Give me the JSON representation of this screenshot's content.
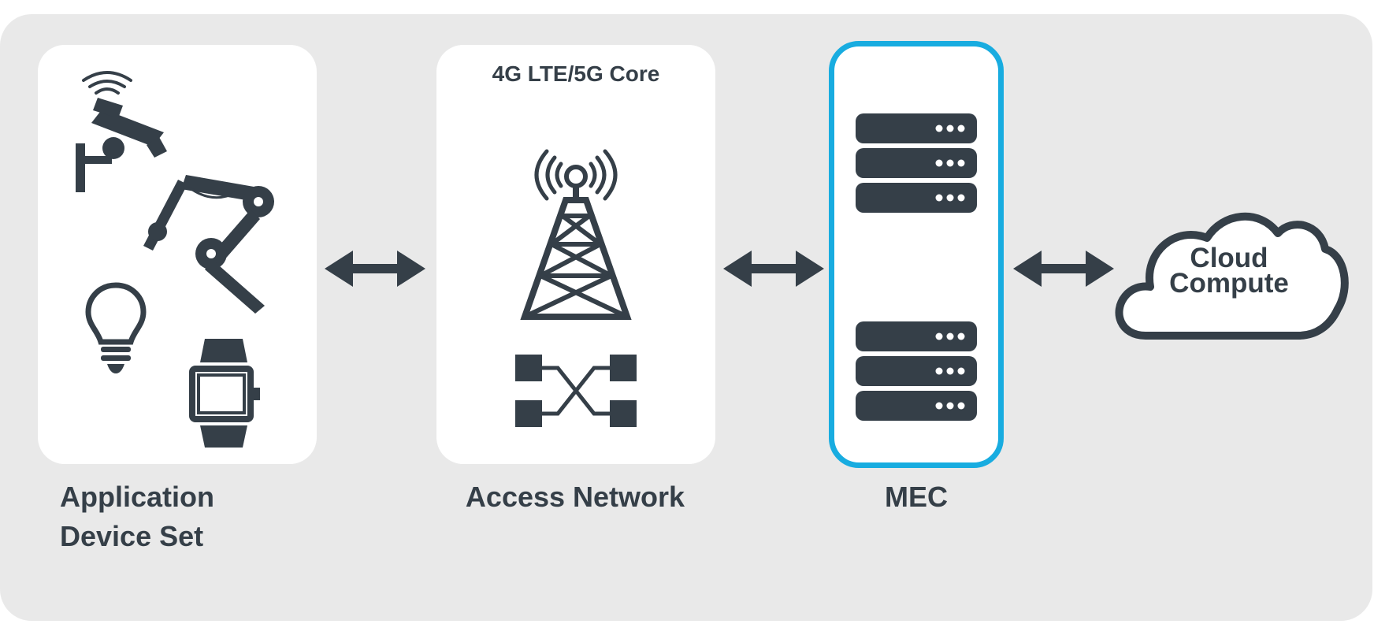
{
  "diagram": {
    "nodes": [
      {
        "id": "devices",
        "label_lines": [
          "Application",
          "Device Set"
        ],
        "icons": [
          "wifi-security-camera-icon",
          "robotic-arm-icon",
          "light-bulb-icon",
          "smartwatch-icon"
        ]
      },
      {
        "id": "network",
        "label": "Access Network",
        "header": "4G LTE/5G Core",
        "icons": [
          "cell-tower-icon",
          "network-switch-icon"
        ]
      },
      {
        "id": "mec",
        "label": "MEC",
        "icons": [
          "server-rack-icon",
          "server-rack-icon"
        ]
      },
      {
        "id": "cloud",
        "label_lines": [
          "Cloud",
          "Compute"
        ],
        "icons": [
          "cloud-icon"
        ]
      }
    ],
    "edges": [
      {
        "from": "devices",
        "to": "network",
        "direction": "bidirectional"
      },
      {
        "from": "network",
        "to": "mec",
        "direction": "bidirectional"
      },
      {
        "from": "mec",
        "to": "cloud",
        "direction": "bidirectional"
      }
    ],
    "colors": {
      "background": "#e9e9e9",
      "panel": "#ffffff",
      "icon": "#353f48",
      "mec_border": "#18ace0"
    }
  }
}
